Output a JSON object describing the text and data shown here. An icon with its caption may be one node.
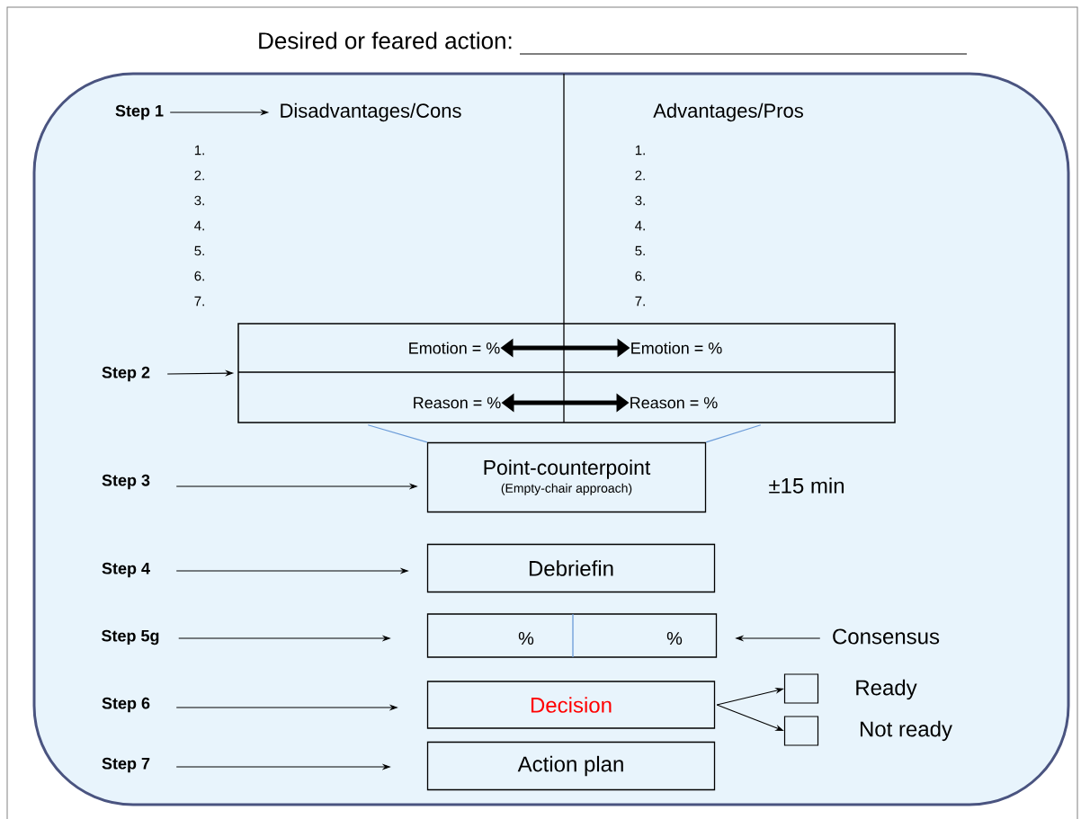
{
  "diagram": {
    "title": "Desired or feared action:",
    "nodes": [
      {
        "text": [
          "Step 1"
        ]
      },
      {
        "text": [
          "Disadvantages/Cons"
        ]
      },
      {
        "text": [
          "Advantages/Pros"
        ]
      },
      {
        "text": [
          "Step 2"
        ]
      },
      {
        "text": [],
        "shape": "box"
      },
      {
        "text": [
          "Emotion = %"
        ],
        "in": 4
      },
      {
        "text": [
          "Emotion = %"
        ],
        "in": 4
      },
      {
        "text": [
          "Reason = %"
        ],
        "in": 4
      },
      {
        "text": [
          "Reason = %"
        ],
        "in": 4
      },
      {
        "text": [
          "Step 3"
        ]
      },
      {
        "text": [
          "Point-counterpoint",
          "(Empty-chair approach)"
        ],
        "beside": [
          "±15 min"
        ]
      },
      {
        "text": [
          "Step 4"
        ]
      },
      {
        "text": [
          "Debriefin"
        ]
      },
      {
        "text": [
          "Step 5g"
        ]
      },
      {
        "text": [
          "%",
          "%"
        ]
      },
      {
        "text": [
          "Consensus"
        ]
      },
      {
        "text": [
          "Step 6"
        ]
      },
      {
        "text": [
          "Decision"
        ]
      },
      {
        "text": [],
        "shape": "box",
        "beside": [
          "Ready"
        ]
      },
      {
        "text": [],
        "shape": "box",
        "beside": [
          "Not ready"
        ]
      },
      {
        "text": [
          "Step 7"
        ]
      },
      {
        "text": [
          "Action plan"
        ]
      }
    ],
    "edges": [
      {
        "from": 0,
        "to": 1,
        "arrow": "to"
      },
      {
        "from": 3,
        "to": 4,
        "arrow": "to"
      },
      {
        "from": 5,
        "to": 6,
        "arrow": "both",
        "style": "thick"
      },
      {
        "from": 7,
        "to": 8,
        "arrow": "both",
        "style": "thick"
      },
      {
        "from": 4,
        "to": 10,
        "arrow": "none",
        "color": "#6a9bd8"
      },
      {
        "from": 4,
        "to": 10,
        "arrow": "none",
        "color": "#6a9bd8"
      },
      {
        "from": 9,
        "to": 10,
        "arrow": "to"
      },
      {
        "from": 11,
        "to": 12,
        "arrow": "to"
      },
      {
        "from": 13,
        "to": 14,
        "arrow": "to"
      },
      {
        "from": 15,
        "to": 14,
        "arrow": "to"
      },
      {
        "from": 16,
        "to": 17,
        "arrow": "to"
      },
      {
        "from": 17,
        "to": 18,
        "arrow": "to"
      },
      {
        "from": 17,
        "to": 19,
        "arrow": "to"
      },
      {
        "from": 20,
        "to": 21,
        "arrow": "to"
      }
    ],
    "labels": [
      "1.",
      "2.",
      "3.",
      "4.",
      "5.",
      "6.",
      "7.",
      "1.",
      "2.",
      "3.",
      "4.",
      "5.",
      "6.",
      "7."
    ]
  }
}
